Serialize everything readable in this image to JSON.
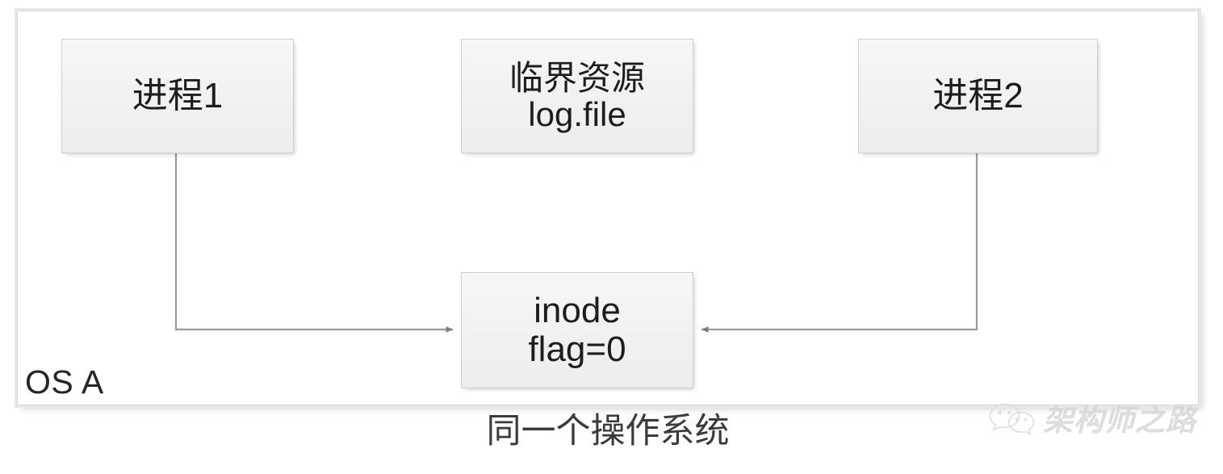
{
  "diagram": {
    "container": {
      "label": "OS A",
      "border_color": "#d6d6d6",
      "background": "#ffffff"
    },
    "caption": "同一个操作系统",
    "nodes": [
      {
        "id": "process1",
        "name": "process-1-box",
        "lines": [
          "进程1"
        ]
      },
      {
        "id": "critical",
        "name": "critical-resource-box",
        "lines": [
          "临界资源",
          "log.file"
        ]
      },
      {
        "id": "process2",
        "name": "process-2-box",
        "lines": [
          "进程2"
        ]
      },
      {
        "id": "inode",
        "name": "inode-box",
        "lines": [
          "inode",
          "flag=0"
        ]
      }
    ],
    "connectors": [
      {
        "id": "process1-to-inode",
        "from": "process1",
        "to": "inode",
        "arrow": "to-target",
        "direction": "left-down-right"
      },
      {
        "id": "process2-to-inode",
        "from": "process2",
        "to": "inode",
        "arrow": "to-target",
        "direction": "right-down-left"
      }
    ],
    "colors": {
      "node_fill": "#f2f2f2",
      "node_border": "#cfcfcf",
      "connector": "#9a9a9a",
      "text": "#1d1d1d",
      "caption_text": "#3b3b3b"
    }
  },
  "watermark": {
    "icon": "wechat-icon",
    "text": "架构师之路"
  }
}
